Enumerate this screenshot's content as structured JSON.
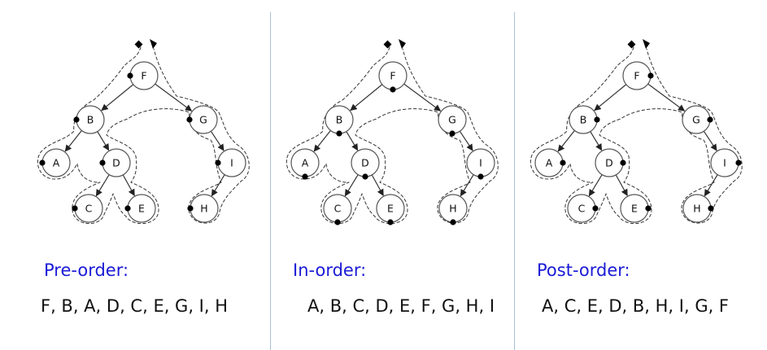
{
  "tree": {
    "nodes": [
      "F",
      "B",
      "G",
      "A",
      "D",
      "I",
      "C",
      "E",
      "H"
    ]
  },
  "panels": [
    {
      "heading": "Pre-order:",
      "sequence": "F, B, A, D, C, E, G, I, H",
      "dot_side": "left"
    },
    {
      "heading": "In-order:",
      "sequence": "A, B, C, D, E, F, G, H, I",
      "dot_side": "bottom"
    },
    {
      "heading": "Post-order:",
      "sequence": "A, C, E, D, B, H, I, G, F",
      "dot_side": "right"
    }
  ]
}
